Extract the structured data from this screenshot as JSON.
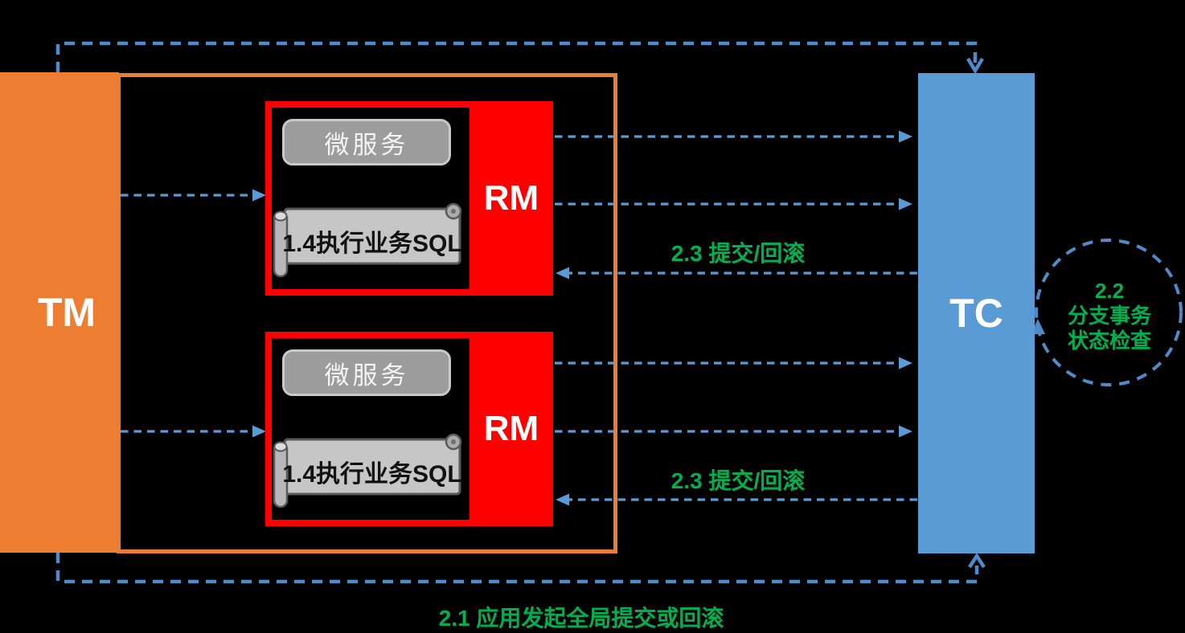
{
  "nodes": {
    "tm": {
      "label": "TM"
    },
    "tc": {
      "label": "TC"
    },
    "rm_boxes": [
      {
        "label": "RM",
        "service": "微服务",
        "step": "1.4执行业务SQL"
      },
      {
        "label": "RM",
        "service": "微服务",
        "step": "1.4执行业务SQL"
      }
    ]
  },
  "annotations": {
    "step_2_3_upper": "2.3 提交/回滚",
    "step_2_3_lower": "2.3 提交/回滚",
    "step_2_2": {
      "line1": "2.2",
      "line2": "分支事务",
      "line3": "状态检查"
    },
    "step_2_1": "2.1 应用发起全局提交或回滚"
  },
  "colors": {
    "background": "#000000",
    "tm_fill": "#ED7D31",
    "container_border": "#ED7D31",
    "rm_fill": "#FE0000",
    "tc_fill": "#5B9BD5",
    "loop_dash": "#4E8BC8",
    "arrow_dash": "#5B9BD5",
    "annotation_green": "#00B050",
    "badge_fill": "#9C9C9C",
    "badge_border": "#C9C9C9",
    "scroll_fill": "#C6C6C6"
  }
}
